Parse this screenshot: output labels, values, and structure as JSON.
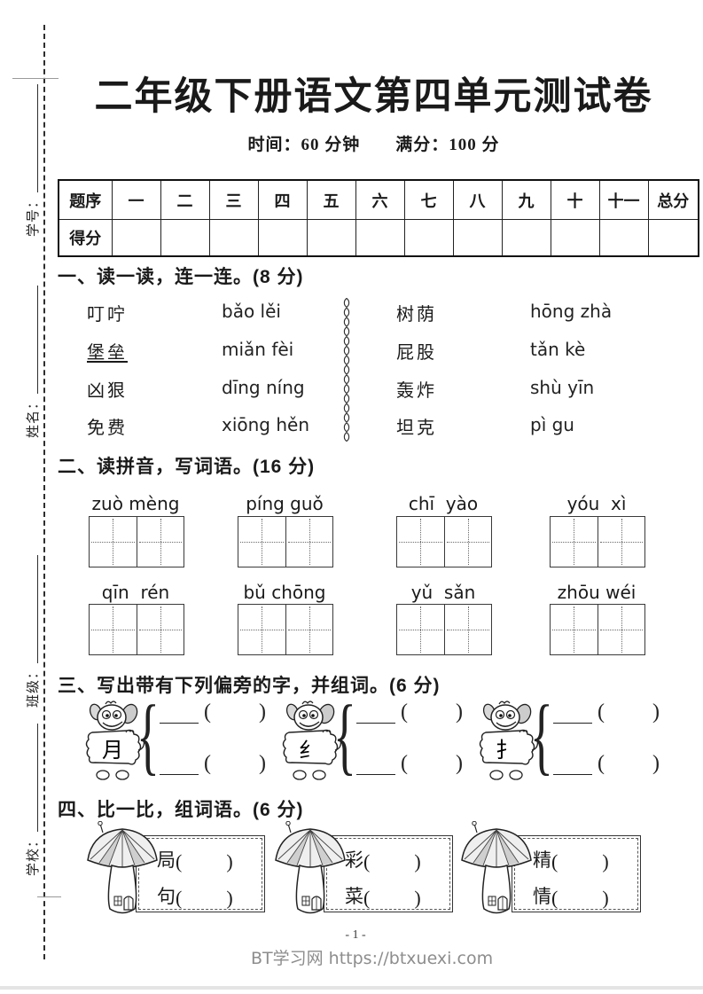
{
  "page": {
    "title": "二年级下册语文第四单元测试卷",
    "subtitle": "时间：60 分钟　　满分：100 分",
    "page_number": "- 1 -",
    "watermark": "BT学习网 https://btxuexi.com"
  },
  "margin_fields": {
    "student_id": "学号：",
    "name": "姓名：",
    "class": "班级：",
    "school": "学校："
  },
  "score_table": {
    "header_label": "题序",
    "score_label": "得分",
    "columns": [
      "一",
      "二",
      "三",
      "四",
      "五",
      "六",
      "七",
      "八",
      "九",
      "十",
      "十一",
      "总分"
    ]
  },
  "symbols": {
    "open_paren": "(",
    "close_paren": ")",
    "brace": "{"
  },
  "sections": {
    "one": {
      "heading": "一、读一读，连一连。(8 分)",
      "left_words": [
        "叮咛",
        "堡垒",
        "凶狠",
        "免费"
      ],
      "left_pinyin": [
        "bǎo lěi",
        "miǎn fèi",
        "dīng níng",
        "xiōng hěn"
      ],
      "right_words": [
        "树荫",
        "屁股",
        "轰炸",
        "坦克"
      ],
      "right_pinyin": [
        "hōng zhà",
        "tǎn kè",
        "shù yīn",
        "pì gu"
      ]
    },
    "two": {
      "heading": "二、读拼音，写词语。(16 分)",
      "pinyin_row1": [
        "zuò mèng",
        "píng guǒ",
        "chī  yào",
        "yóu  xì"
      ],
      "pinyin_row2": [
        "qīn  rén",
        "bǔ chōng",
        "yǔ  sǎn",
        "zhōu wéi"
      ]
    },
    "three": {
      "heading": "三、写出带有下列偏旁的字，并组词。(6 分)",
      "radicals": [
        "月",
        "纟",
        "扌"
      ]
    },
    "four": {
      "heading": "四、比一比，组词语。(6 分)",
      "pairs": [
        {
          "top": "局",
          "bottom": "句"
        },
        {
          "top": "彩",
          "bottom": "菜"
        },
        {
          "top": "精",
          "bottom": "情"
        }
      ]
    }
  }
}
